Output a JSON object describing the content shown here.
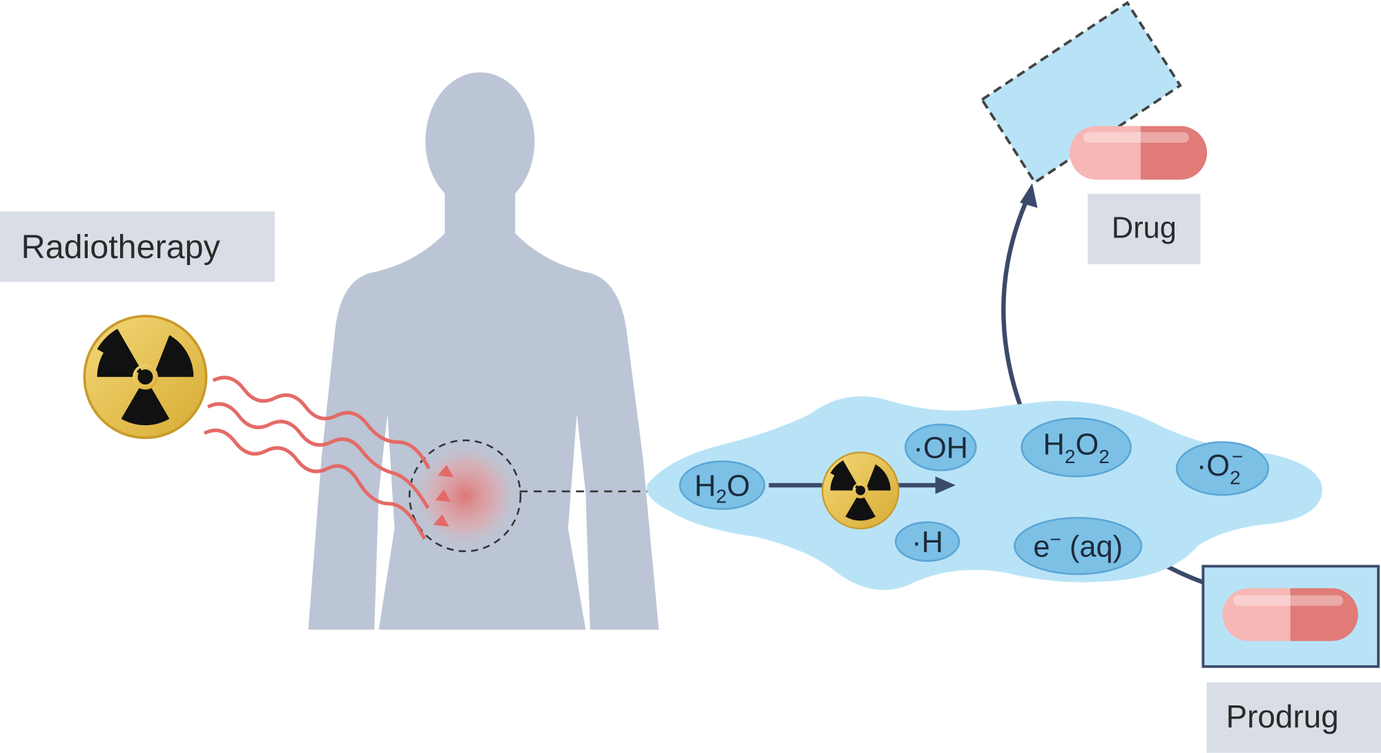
{
  "labels": {
    "radiotherapy": "Radiotherapy",
    "drug": "Drug",
    "prodrug": "Prodrug"
  },
  "species": {
    "water": {
      "a": "H",
      "sub": "2",
      "b": "O"
    },
    "hydroxyl": "·OH",
    "peroxide": {
      "a": "H",
      "sub1": "2",
      "b": "O",
      "sub2": "2"
    },
    "superoxide": {
      "a": "·O",
      "sub": "2",
      "sup": "−"
    },
    "hydrogen": "·H",
    "electron": {
      "a": "e",
      "sup": "−",
      "b": " (aq)"
    }
  },
  "colors": {
    "label_bg": "#d9dee6",
    "body": "#bcc5d5",
    "fluid": "#b8e3f7",
    "bubble": "#7cc0e6",
    "arrow": "#3b4a6b",
    "radiation": "#e46a66",
    "hazard": "#e8c24f"
  }
}
